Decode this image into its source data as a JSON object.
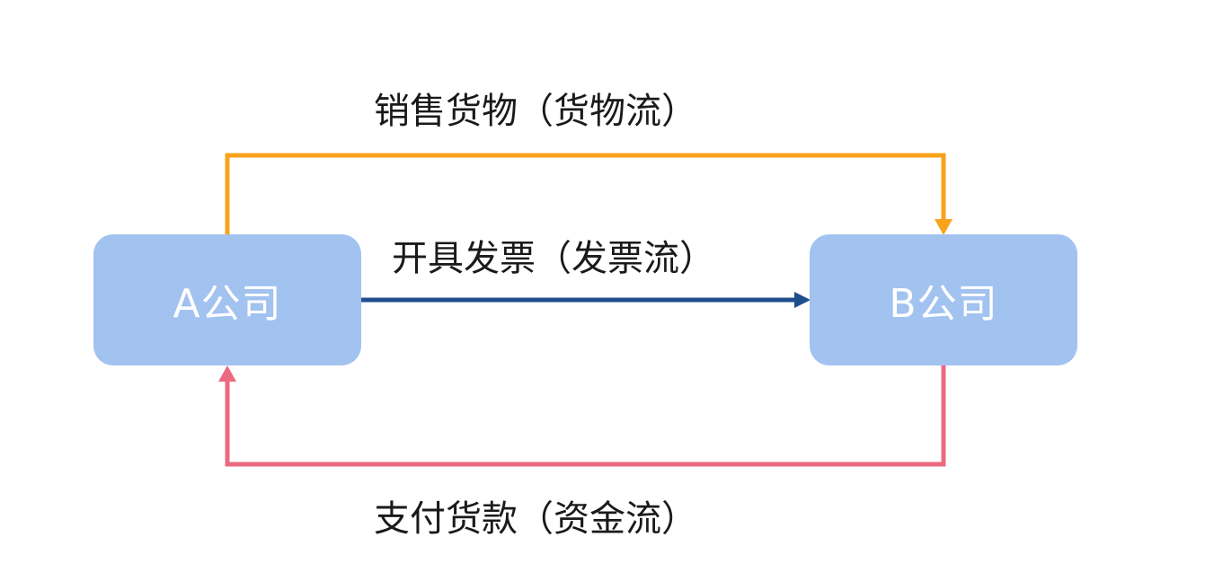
{
  "nodes": {
    "a": {
      "label": "A公司"
    },
    "b": {
      "label": "B公司"
    }
  },
  "flows": {
    "goods": {
      "label": "销售货物（货物流）"
    },
    "invoice": {
      "label": "开具发票（发票流）"
    },
    "funds": {
      "label": "支付货款（资金流）"
    }
  },
  "colors": {
    "node_fill": "#a2c2f0",
    "node_text": "#ffffff",
    "goods_flow": "#f9a21b",
    "invoice_flow": "#1f4e8c",
    "funds_flow": "#ec6a80",
    "label_text": "#1a1a1a"
  }
}
